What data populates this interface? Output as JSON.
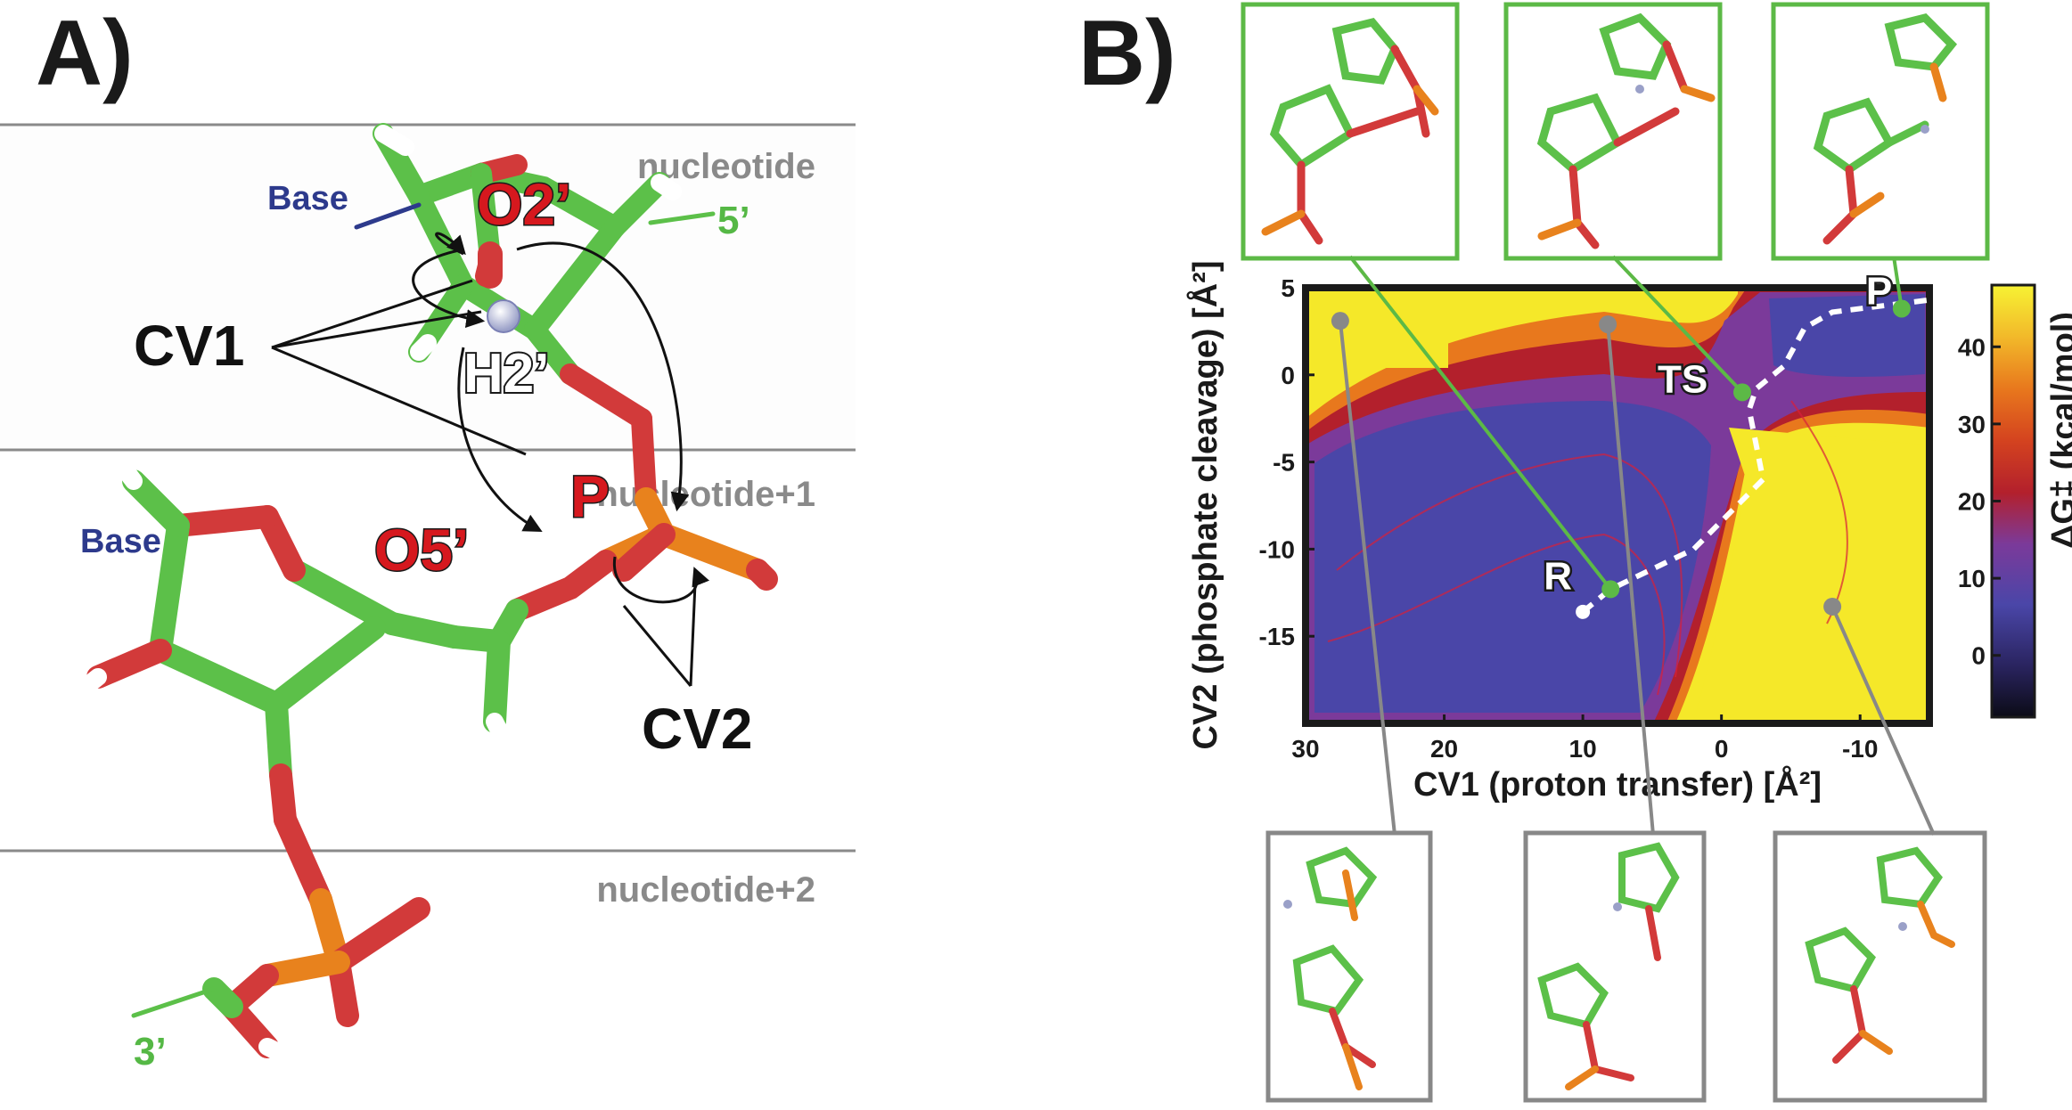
{
  "panel_a": {
    "letter": "A)",
    "layers": [
      "nucleotide",
      "nucleotide+1",
      "nucleotide+2"
    ],
    "atoms": {
      "o2": "O2’",
      "h2": "H2’",
      "p": "P",
      "o5": "O5’"
    },
    "cv1": "CV1",
    "cv2": "CV2",
    "base_top": "Base",
    "base_mid": "Base",
    "end5": "5’",
    "end3": "3’"
  },
  "panel_b": {
    "letter": "B)",
    "colorbar_label": "ΔG‡ (kcal/mol)",
    "colorbar_ticks": [
      "0",
      "10",
      "20",
      "30",
      "40"
    ],
    "colors": {
      "yellow": "#f5e829",
      "orange": "#e8781d",
      "red": "#b3202c",
      "purple": "#552c8a",
      "blue": "#4a46a8",
      "frame_green": "#5cb946",
      "frame_gray": "#888888"
    }
  },
  "chart_data": {
    "type": "heatmap",
    "title": "",
    "xlabel": "CV1 (proton transfer) [Å²]",
    "ylabel": "CV2 (phosphate cleavage) [Å²]",
    "xlim": [
      30,
      -15
    ],
    "ylim": [
      -20,
      5
    ],
    "x_reversed": true,
    "xticks": [
      "30",
      "20",
      "10",
      "0",
      "-10"
    ],
    "yticks": [
      "5",
      "0",
      "-5",
      "-10",
      "-15"
    ],
    "colorbar": {
      "label": "ΔG‡ (kcal/mol)",
      "range": [
        -8,
        48
      ],
      "ticks": [
        0,
        10,
        20,
        30,
        40
      ]
    },
    "path": {
      "style": "white dashed",
      "points": [
        [
          10,
          -13.6
        ],
        [
          8,
          -12.3
        ],
        [
          2,
          -10
        ],
        [
          -3,
          -6
        ],
        [
          -2,
          -2
        ],
        [
          -2.5,
          -0.8
        ],
        [
          -4.5,
          0.5
        ],
        [
          -6,
          2.7
        ],
        [
          -8,
          3.6
        ],
        [
          -12,
          4
        ],
        [
          -15,
          4.3
        ]
      ]
    },
    "points": [
      {
        "label": "R",
        "x": 8,
        "y": -12.3
      },
      {
        "label": "TS",
        "x": -1.5,
        "y": -1
      },
      {
        "label": "P",
        "x": -13,
        "y": 3.8
      }
    ],
    "gray_markers": [
      [
        27.5,
        3.1
      ],
      [
        8.2,
        2.9
      ],
      [
        -8,
        -13.3
      ]
    ]
  }
}
